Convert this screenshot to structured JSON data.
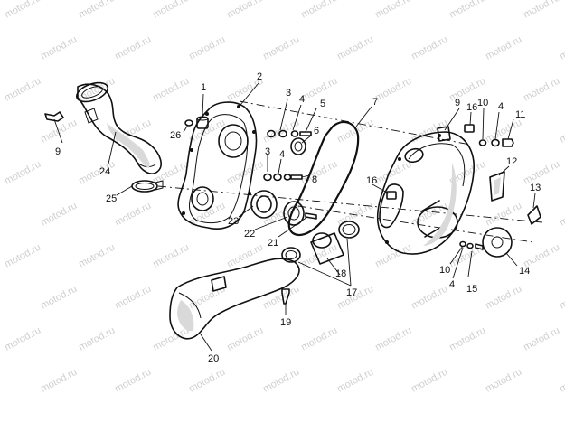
{
  "watermark": "motod.ru",
  "callouts": {
    "c1": "1",
    "c2": "2",
    "c3a": "3",
    "c3b": "3",
    "c4a": "4",
    "c4b": "4",
    "c4c": "4",
    "c4d": "4",
    "c5": "5",
    "c6": "6",
    "c7": "7",
    "c8": "8",
    "c9a": "9",
    "c9b": "9",
    "c10a": "10",
    "c10b": "10",
    "c11": "11",
    "c12": "12",
    "c13": "13",
    "c14": "14",
    "c15": "15",
    "c16a": "16",
    "c16b": "16",
    "c17": "17",
    "c18": "18",
    "c19": "19",
    "c20": "20",
    "c21": "21",
    "c22": "22",
    "c23": "23",
    "c24": "24",
    "c25": "25",
    "c26": "26"
  }
}
